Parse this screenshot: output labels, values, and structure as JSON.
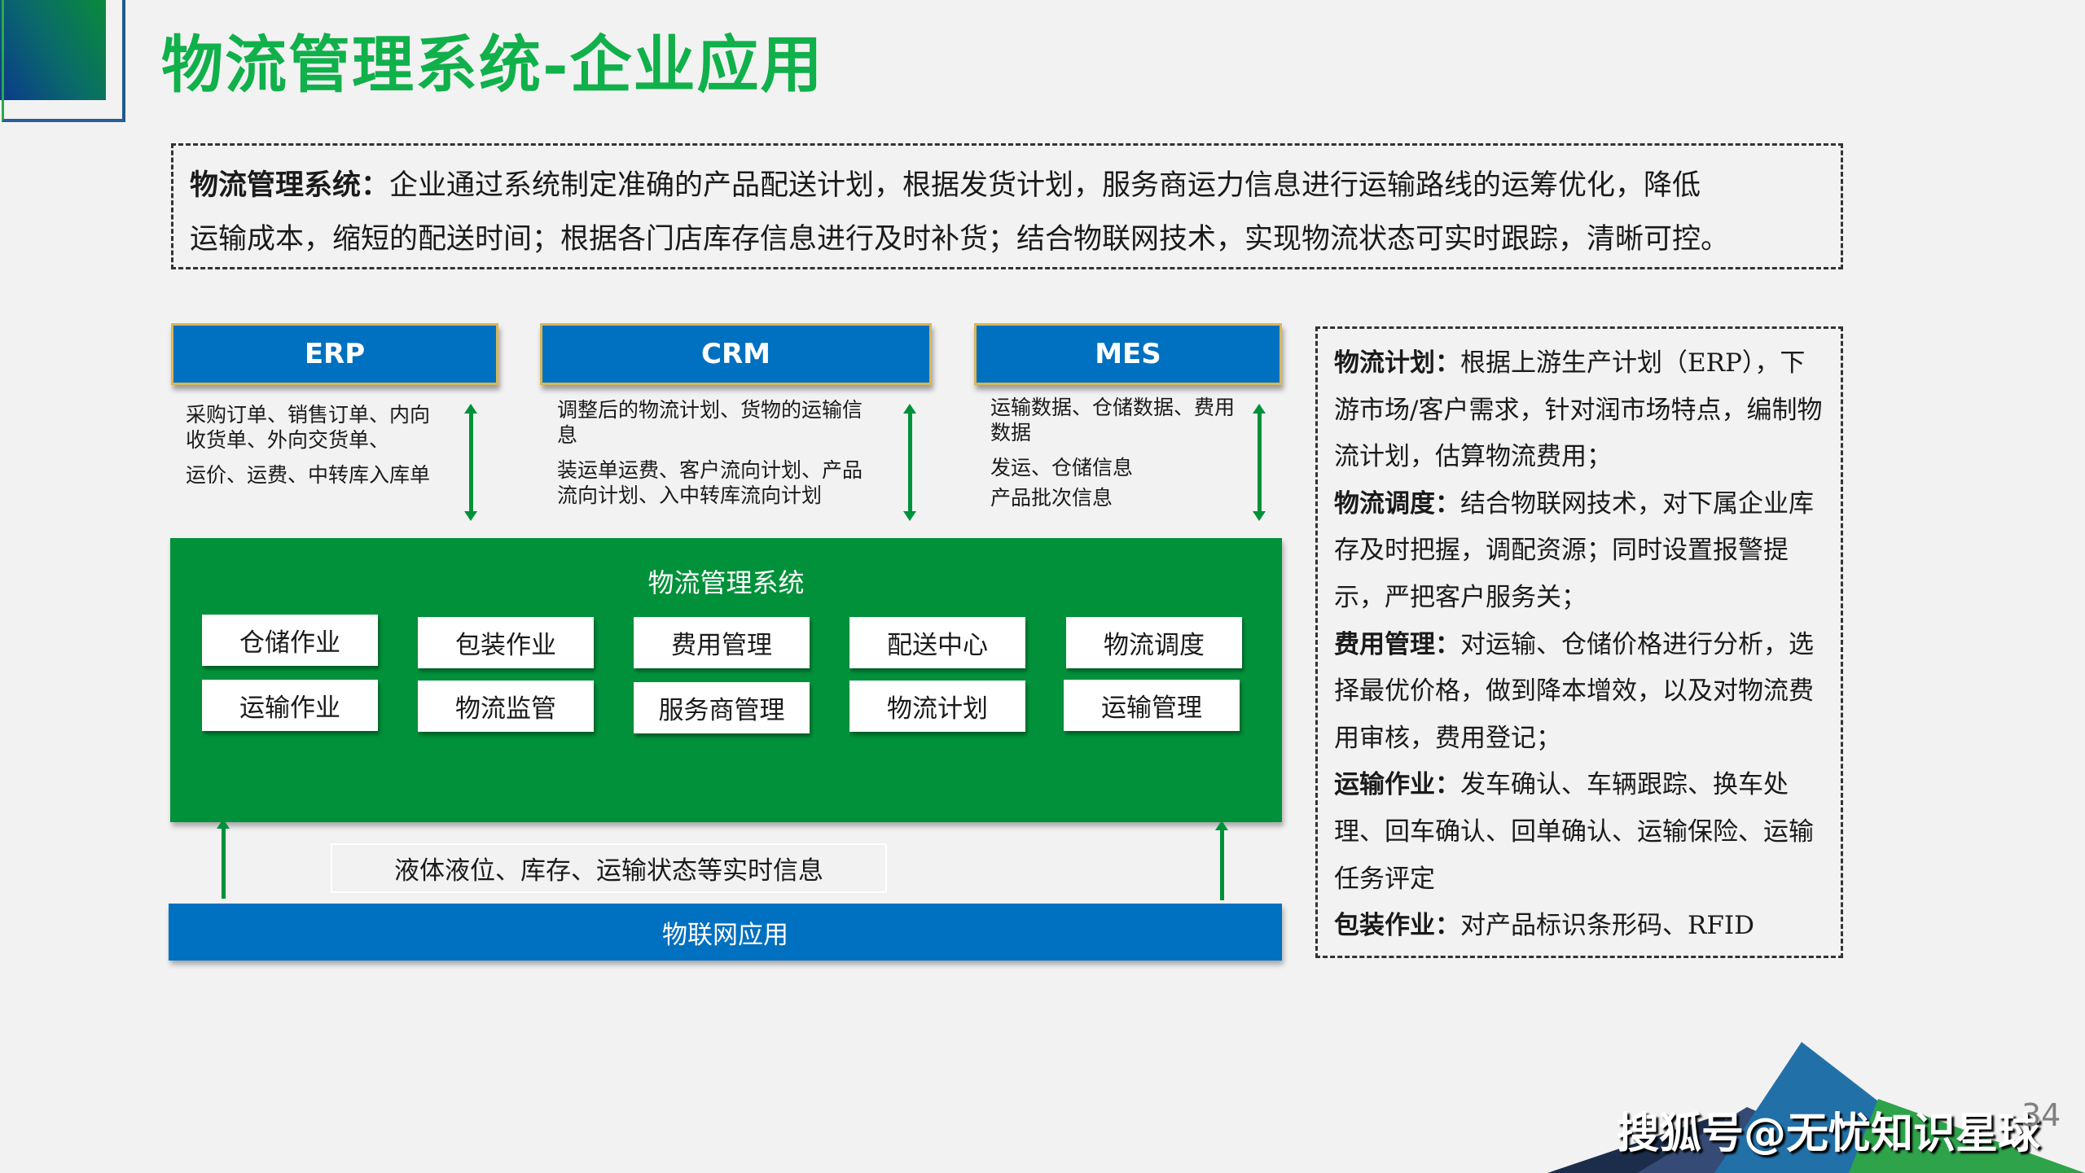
{
  "title": "物流管理系统-企业应用",
  "intro": {
    "label": "物流管理系统：",
    "line1": "企业通过系统制定准确的产品配送计划，根据发货计划，服务商运力信息进行运输路线的运筹优化，降低",
    "line2": "运输成本，缩短的配送时间；根据各门店库存信息进行及时补货；结合物联网技术，实现物流状态可实时跟踪，清晰可控。"
  },
  "systems": [
    {
      "name": "ERP",
      "desc": [
        "采购订单、销售订单、内向收货单、外向交货单、",
        "运价、运费、中转库入库单"
      ]
    },
    {
      "name": "CRM",
      "desc": [
        "调整后的物流计划、货物的运输信息",
        "装运单运费、客户流向计划、产品流向计划、入中转库流向计划"
      ]
    },
    {
      "name": "MES",
      "desc": [
        "运输数据、仓储数据、费用数据",
        "发运、仓储信息",
        "产品批次信息"
      ]
    }
  ],
  "lms": {
    "title": "物流管理系统",
    "modules_row1": [
      "仓储作业",
      "包装作业",
      "费用管理",
      "配送中心",
      "物流调度"
    ],
    "modules_row2": [
      "运输作业",
      "物流监管",
      "服务商管理",
      "物流计划",
      "运输管理"
    ]
  },
  "realtime_info": "液体液位、库存、运输状态等实时信息",
  "iot_bar": "物联网应用",
  "right_panel": [
    {
      "label": "物流计划：",
      "text": "根据上游生产计划（ERP），下游市场/客户需求，针对润市场特点，编制物流计划，估算物流费用；"
    },
    {
      "label": "物流调度：",
      "text": "结合物联网技术，对下属企业库存及时把握，调配资源；同时设置报警提示，严把客户服务关；"
    },
    {
      "label": "费用管理：",
      "text": "对运输、仓储价格进行分析，选择最优价格，做到降本增效，以及对物流费用审核，费用登记；"
    },
    {
      "label": "运输作业：",
      "text": "发车确认、车辆跟踪、换车处理、回车确认、回单确认、运输保险、运输任务评定"
    },
    {
      "label": "包装作业：",
      "text": "对产品标识条形码、RFID"
    }
  ],
  "watermark": "搜狐号@无忧知识星球",
  "page_number": "34",
  "colors": {
    "title_green": "#10b04a",
    "system_blue": "#0070c0",
    "lms_green": "#00913a",
    "arrow_green": "#00913a",
    "header_border": "#d8b65a",
    "background": "#f2f2f2"
  }
}
